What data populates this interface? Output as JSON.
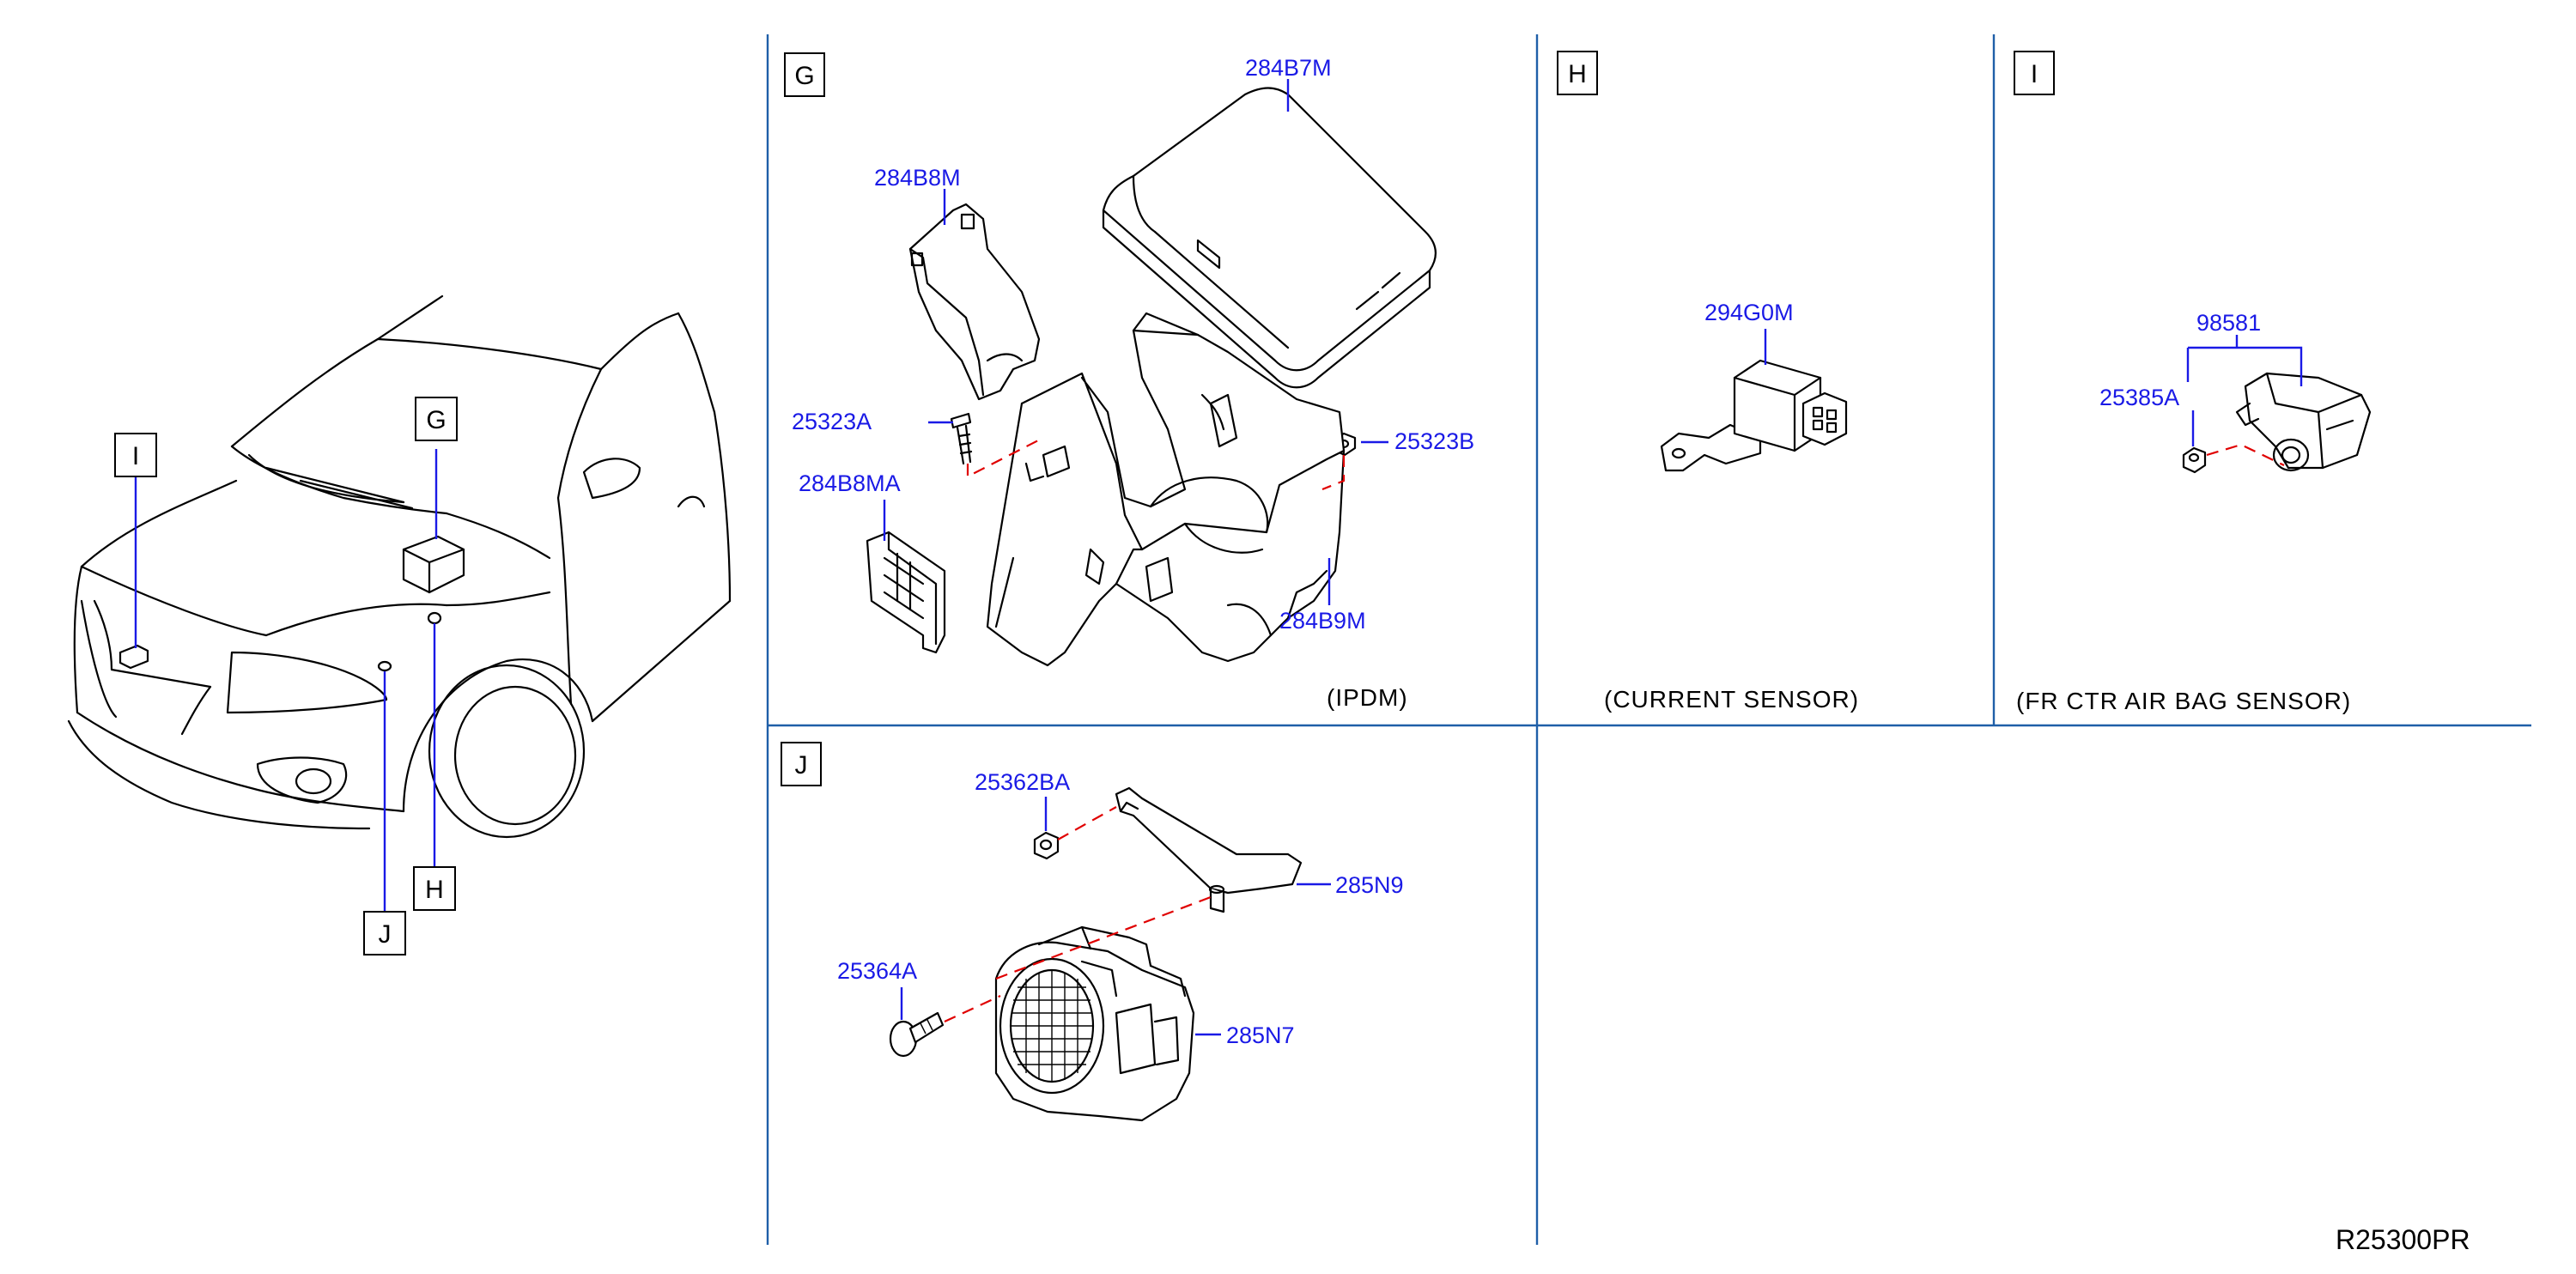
{
  "panels": {
    "G": {
      "letter": "G",
      "caption": "(IPDM)",
      "parts": {
        "p284B7M": "284B7M",
        "p284B8M": "284B8M",
        "p25323A": "25323A",
        "p25323B": "25323B",
        "p284B8MA": "284B8MA",
        "p284B9M": "284B9M"
      }
    },
    "H": {
      "letter": "H",
      "caption": "(CURRENT   SENSOR)",
      "parts": {
        "p294G0M": "294G0M"
      }
    },
    "I": {
      "letter": "I",
      "caption": "(FR   CTR   AIR   BAG   SENSOR)",
      "parts": {
        "p98581": "98581",
        "p25385A": "25385A"
      }
    },
    "J": {
      "letter": "J",
      "parts": {
        "p25362BA": "25362BA",
        "p285N9": "285N9",
        "p25364A": "25364A",
        "p285N7": "285N7"
      }
    }
  },
  "vehicle": {
    "labels": {
      "I": "I",
      "G": "G",
      "H": "H",
      "J": "J"
    }
  },
  "diagram_ref": "R25300PR"
}
